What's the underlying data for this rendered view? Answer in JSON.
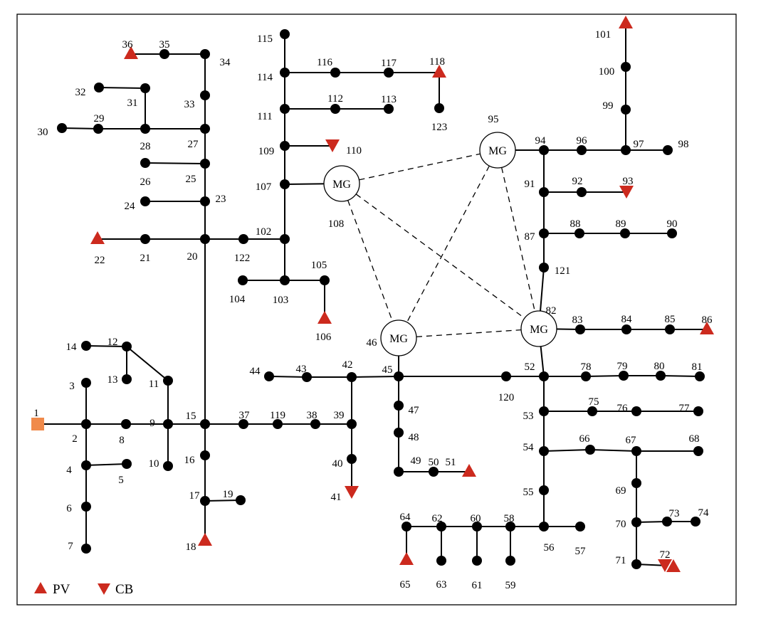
{
  "colors": {
    "pv": "#cc2a1e",
    "cb": "#cc2a1e",
    "source": "#f08a4b",
    "line": "#000000",
    "node": "#000000"
  },
  "legend": {
    "pv_label": "PV",
    "cb_label": "CB"
  },
  "mg_label": "MG",
  "source_label": "1",
  "bus_labels": [
    "2",
    "3",
    "4",
    "5",
    "6",
    "7",
    "8",
    "9",
    "10",
    "11",
    "12",
    "13",
    "14",
    "15",
    "16",
    "17",
    "18",
    "19",
    "20",
    "21",
    "22",
    "23",
    "24",
    "25",
    "26",
    "27",
    "28",
    "29",
    "30",
    "31",
    "32",
    "33",
    "34",
    "35",
    "36",
    "37",
    "38",
    "39",
    "40",
    "41",
    "42",
    "43",
    "44",
    "45",
    "46",
    "47",
    "48",
    "49",
    "50",
    "51",
    "52",
    "53",
    "54",
    "55",
    "56",
    "57",
    "58",
    "59",
    "60",
    "61",
    "62",
    "63",
    "64",
    "65",
    "66",
    "67",
    "68",
    "69",
    "70",
    "71",
    "72",
    "73",
    "74",
    "75",
    "76",
    "77",
    "78",
    "79",
    "80",
    "81",
    "82",
    "83",
    "84",
    "85",
    "86",
    "87",
    "88",
    "89",
    "90",
    "91",
    "92",
    "93",
    "94",
    "95",
    "96",
    "97",
    "98",
    "99",
    "100",
    "101",
    "102",
    "103",
    "104",
    "105",
    "106",
    "107",
    "108",
    "109",
    "110",
    "111",
    "112",
    "113",
    "114",
    "115",
    "116",
    "117",
    "118",
    "119",
    "120",
    "121",
    "122",
    "123"
  ]
}
